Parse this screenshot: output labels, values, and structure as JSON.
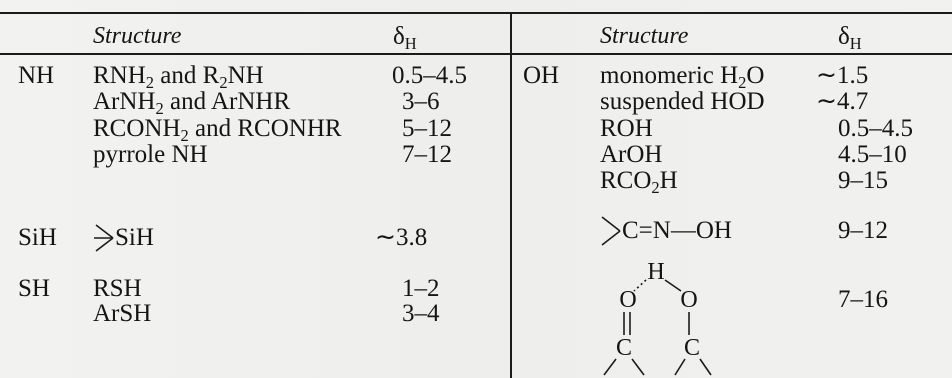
{
  "table": {
    "header": {
      "left_structure": "Structure",
      "left_delta": "δ",
      "left_delta_sub": "H",
      "right_structure": "Structure",
      "right_delta": "δ",
      "right_delta_sub": "H"
    },
    "nh": {
      "label": "NH",
      "rows": [
        {
          "parts": [
            "RNH",
            "2",
            " and R",
            "2",
            "NH"
          ],
          "shift": "0.5–4.5"
        },
        {
          "parts": [
            "ArNH",
            "2",
            " and ArNHR"
          ],
          "shift": "3–6"
        },
        {
          "parts": [
            "RCONH",
            "2",
            " and RCONHR"
          ],
          "shift": "5–12"
        },
        {
          "parts": [
            "pyrrole NH"
          ],
          "shift": "7–12"
        }
      ]
    },
    "sih": {
      "label": "SiH",
      "structure": "SiH",
      "shift": "∼3.8"
    },
    "sh": {
      "label": "SH",
      "rows": [
        {
          "parts": [
            "RSH"
          ],
          "shift": "1–2"
        },
        {
          "parts": [
            "ArSH"
          ],
          "shift": "3–4"
        }
      ]
    },
    "oh": {
      "label": "OH",
      "rows": [
        {
          "parts": [
            "monomeric H",
            "2",
            "O"
          ],
          "shift": "∼1.5"
        },
        {
          "parts": [
            "suspended HOD"
          ],
          "shift": "∼4.7"
        },
        {
          "parts": [
            "ROH"
          ],
          "shift": "0.5–4.5"
        },
        {
          "parts": [
            "ArOH"
          ],
          "shift": "4.5–10"
        },
        {
          "parts": [
            "RCO",
            "2",
            "H"
          ],
          "shift": "9–15"
        }
      ],
      "oxime": {
        "structure": "C=N—OH",
        "shift": "9–12"
      },
      "chelate": {
        "atoms": {
          "h": "H",
          "o_left": "O",
          "o_right": "O",
          "c_left": "C",
          "c_right": "C"
        },
        "shift": "7–16"
      }
    }
  }
}
